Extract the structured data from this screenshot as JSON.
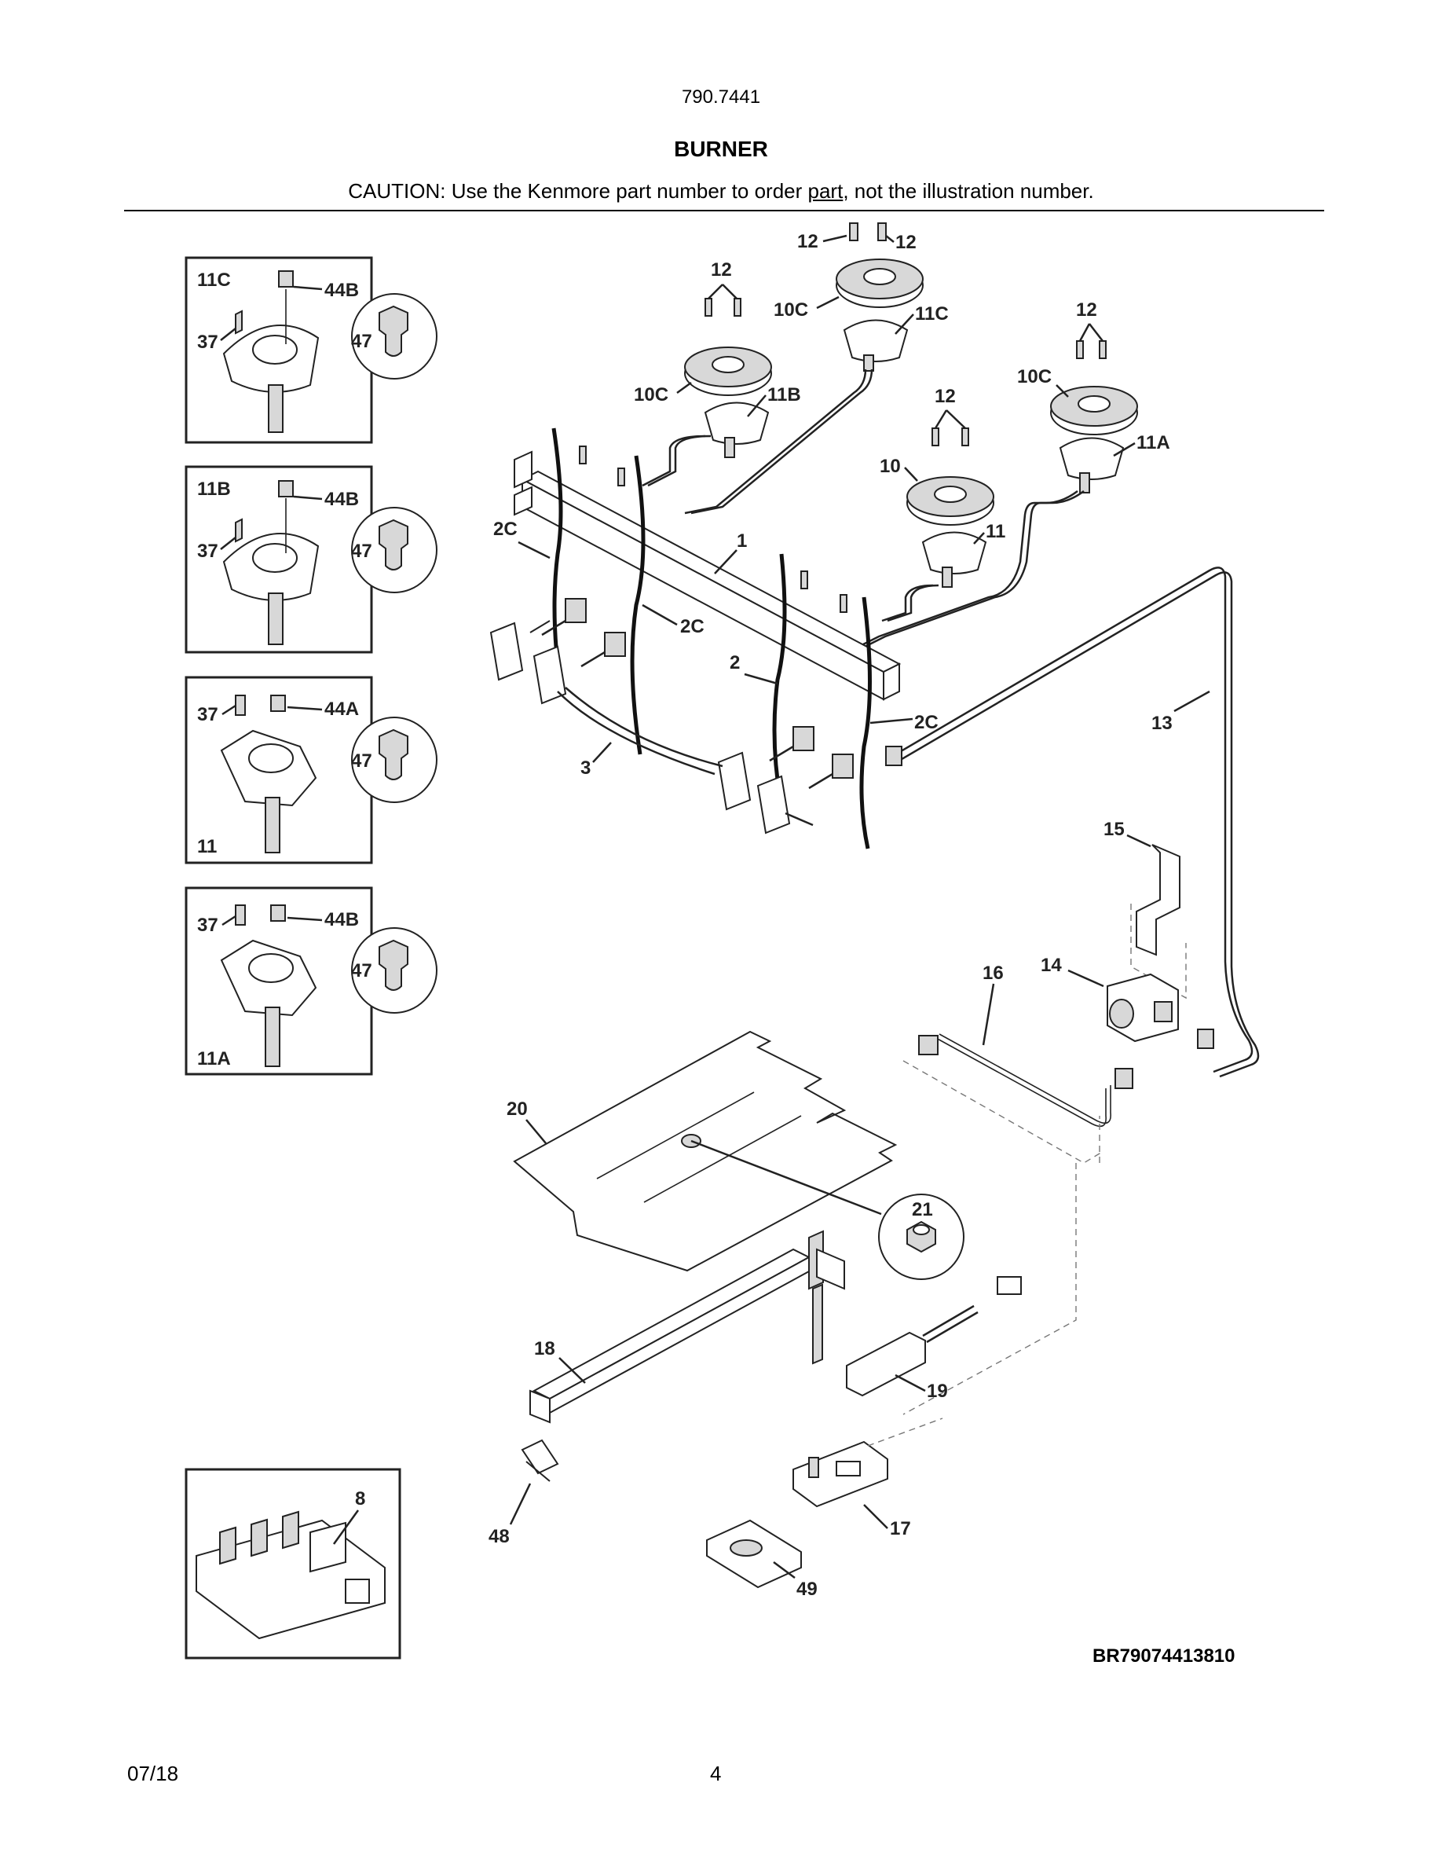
{
  "header": {
    "model_number": "790.7441",
    "section_title": "BURNER",
    "caution_prefix": "CAUTION: Use the Kenmore part number to order ",
    "caution_link": "part",
    "caution_suffix": ", not the illustration number."
  },
  "inset_panels": [
    {
      "labels": [
        "11C",
        "44B",
        "37",
        "47"
      ]
    },
    {
      "labels": [
        "11B",
        "44B",
        "37",
        "47"
      ]
    },
    {
      "labels": [
        "37",
        "44A",
        "47",
        "11"
      ]
    },
    {
      "labels": [
        "37",
        "44B",
        "47",
        "11A"
      ]
    }
  ],
  "spark_module_panel": {
    "label": "8"
  },
  "main_callouts": {
    "c1": "1",
    "c2": "2",
    "c2c_a": "2C",
    "c2c_b": "2C",
    "c2c_c": "2C",
    "c3": "3",
    "c10": "10",
    "c10c_a": "10C",
    "c10c_b": "10C",
    "c10c_c": "10C",
    "c11": "11",
    "c11a": "11A",
    "c11b": "11B",
    "c11c": "11C",
    "c12_a": "12",
    "c12_b": "12",
    "c12_c": "12",
    "c12_d": "12",
    "c12_e": "12",
    "c13": "13",
    "c14": "14",
    "c15": "15",
    "c16": "16",
    "c17": "17",
    "c18": "18",
    "c19": "19",
    "c20": "20",
    "c21": "21",
    "c48": "48",
    "c49": "49"
  },
  "doc_id": "BR79074413810",
  "footer": {
    "date": "07/18",
    "page": "4"
  }
}
